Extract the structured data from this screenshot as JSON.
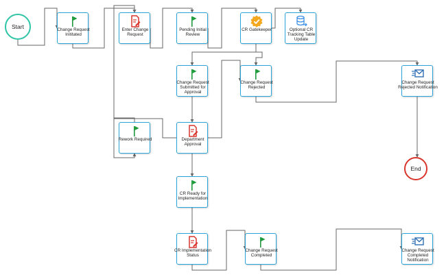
{
  "events": {
    "start": {
      "label": "Start",
      "color": "#2ec4a6"
    },
    "end": {
      "label": "End",
      "color": "#d9352c"
    }
  },
  "nodes": [
    {
      "id": "change-request-initiated",
      "label": "Change Request Inititated",
      "icon": "flag-icon"
    },
    {
      "id": "enter-change-request",
      "label": "Enter Change Request",
      "icon": "form-icon"
    },
    {
      "id": "pending-initial-review",
      "label": "Pending Initial Review",
      "icon": "flag-icon"
    },
    {
      "id": "cr-gatekeeper",
      "label": "CR Gatekeeper",
      "icon": "gatekeeper-icon"
    },
    {
      "id": "optional-cr-tracking-table-update",
      "label": "Optional CR Tracking Table Update",
      "icon": "database-icon"
    },
    {
      "id": "change-request-submitted-for-approval",
      "label": "Change Request Submitted for Approval",
      "icon": "flag-icon"
    },
    {
      "id": "change-request-rejected",
      "label": "Change Request Rejected",
      "icon": "flag-icon"
    },
    {
      "id": "change-request-rejected-notification",
      "label": "Change Request Rejected Notification",
      "icon": "email-icon"
    },
    {
      "id": "rework-required",
      "label": "Rework Required",
      "icon": "flag-icon"
    },
    {
      "id": "department-approval",
      "label": "Department Approval",
      "icon": "form-icon"
    },
    {
      "id": "cr-ready-for-implementation",
      "label": "CR Ready for Implementation",
      "icon": "flag-icon"
    },
    {
      "id": "cr-implementation-status",
      "label": "CR Implementation Status",
      "icon": "form-icon"
    },
    {
      "id": "change-request-completed",
      "label": "Change Request Completed",
      "icon": "flag-icon"
    },
    {
      "id": "change-request-completed-notification",
      "label": "Change Request Completed Notification",
      "icon": "email-icon"
    }
  ],
  "colors": {
    "node_border": "#2aa3d6",
    "connector": "#666666",
    "flag": "#1e9a3c",
    "form": "#d9352c",
    "gatekeeper": "#f4a81d",
    "database": "#3a8ee6",
    "email": "#2f6fb3"
  }
}
